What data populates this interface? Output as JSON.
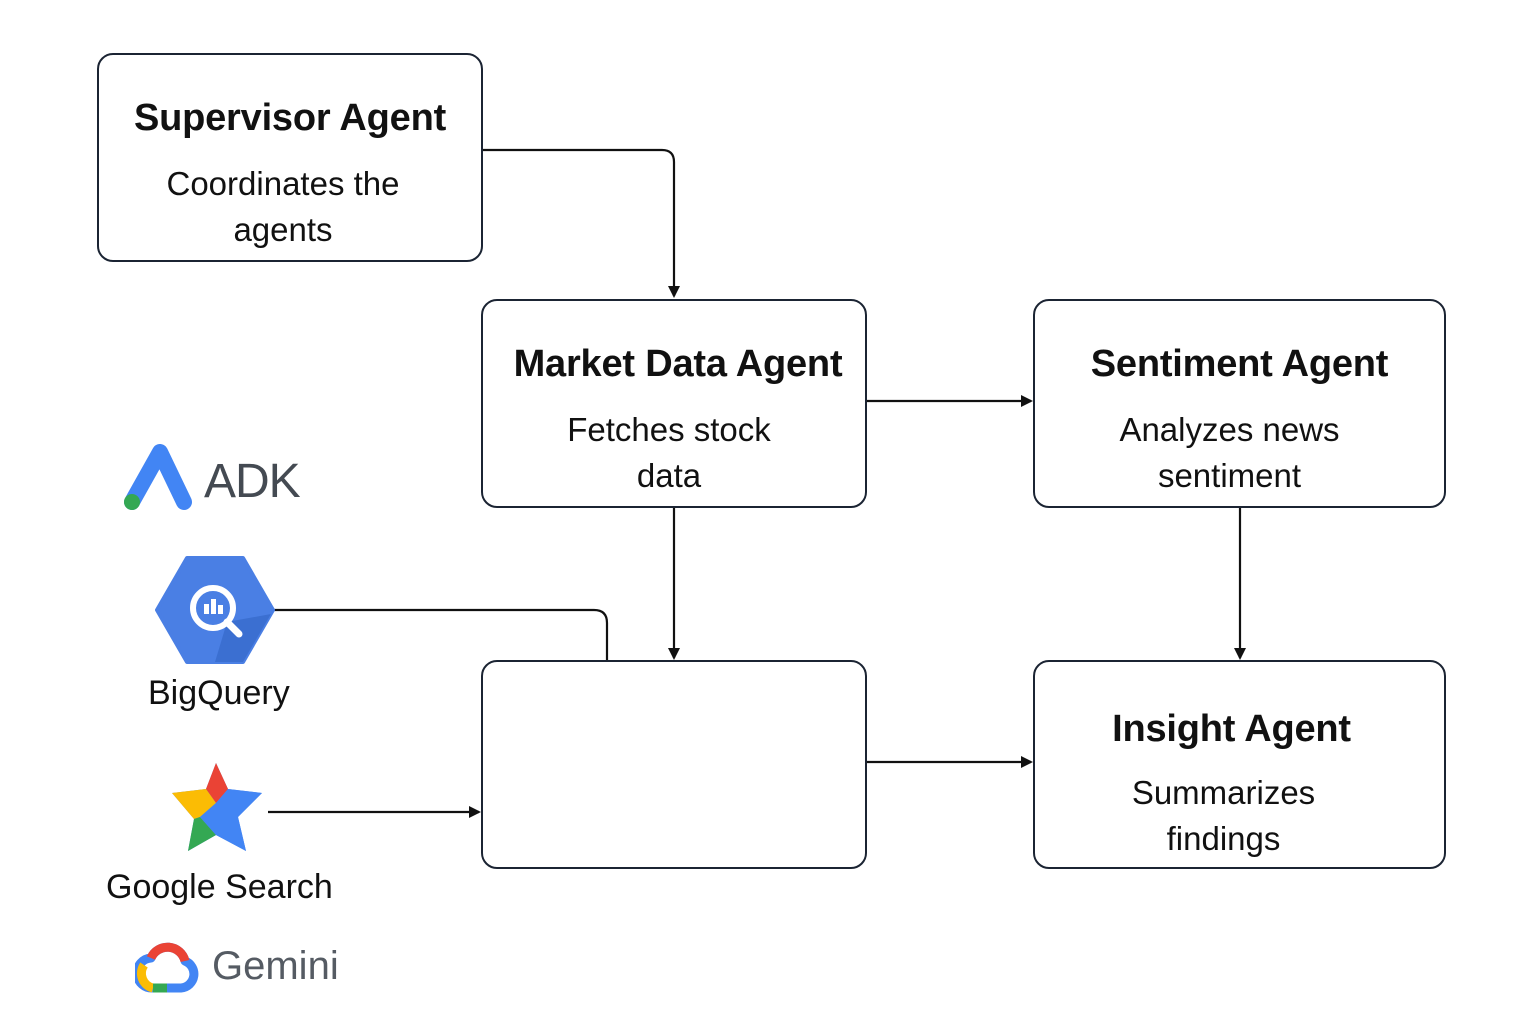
{
  "agents": {
    "supervisor": {
      "title": "Supervisor Agent",
      "desc": "Coordinates the agents"
    },
    "market": {
      "title": "Market Data Agent",
      "desc": "Fetches stock data"
    },
    "sentiment": {
      "title": "Sentiment Agent",
      "desc": "Analyzes news sentiment"
    },
    "insight": {
      "title": "Insight Agent",
      "desc": "Summarizes findings"
    }
  },
  "tools": {
    "adk": {
      "label": "ADK",
      "icon": "adk-logo-icon"
    },
    "bigquery": {
      "label": "BigQuery",
      "icon": "bigquery-icon"
    },
    "google_search": {
      "label": "Google Search",
      "icon": "google-search-star-icon"
    },
    "gemini": {
      "label": "Gemini",
      "icon": "google-cloud-logo-icon"
    }
  },
  "colors": {
    "border": "#1b2433",
    "blue": "#4285f4",
    "red": "#ea4335",
    "yellow": "#fbbc04",
    "green": "#34a853"
  }
}
